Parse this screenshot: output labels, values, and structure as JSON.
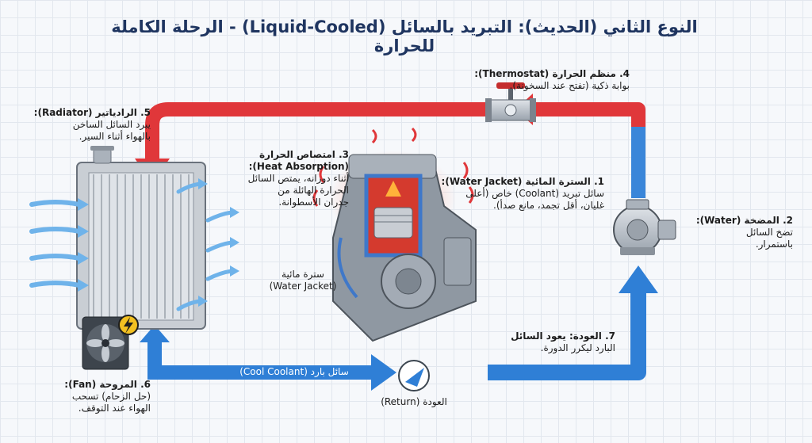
{
  "title": "النوع الثاني (الحديث): التبريد بالسائل (Liquid-Cooled) - الرحلة الكاملة للحرارة",
  "colors": {
    "hot": "#e0373a",
    "cool": "#2f7fd6",
    "title": "#1f3560"
  },
  "labels": {
    "thermostat": {
      "heading": "4. منظم الحرارة (Thermostat):",
      "lines": [
        "بوابة ذكية (تفتح عند السخونة)."
      ]
    },
    "radiator": {
      "heading": "5. الرادياتير (Radiator):",
      "lines": [
        "يبرد السائل الساخن",
        "بالهواء أثناء السير."
      ]
    },
    "heat_absorption": {
      "heading": "3. امتصاص الحرارة",
      "heading2": "(Heat Absorption):",
      "lines": [
        "أثناء دورانه، يمتص السائل",
        "الحرارة الهائلة من",
        "جدران الأسطوانة."
      ]
    },
    "water_jacket_info": {
      "heading": "1. السترة المائية (Water Jacket):",
      "lines": [
        "سائل تبريد (Coolant) خاص (أعلى",
        "غليان، أقل تجمد، مانع صدأ)."
      ]
    },
    "water_jacket_callout": {
      "lines": [
        "سترة مائية",
        "(Water Jacket)"
      ]
    },
    "pump": {
      "heading": "2. المضخة (Water):",
      "lines": [
        "تضخ السائل",
        "باستمرار."
      ]
    },
    "return_info": {
      "heading": "7. العودة: يعود السائل",
      "lines": [
        "البارد ليكرر الدورة."
      ]
    },
    "fan": {
      "heading": "6. المروحة (Fan):",
      "lines": [
        "(حل الزحام) تسحب",
        "الهواء عند التوقف."
      ]
    },
    "cool_coolant": "سائل بارد (Cool Coolant)",
    "return_node": "العودة (Return)"
  },
  "icons": [
    "thermostat-valve-icon",
    "radiator-icon",
    "engine-icon",
    "water-pump-icon",
    "fan-icon",
    "lightning-icon",
    "return-arrow-icon",
    "air-flow-arrows"
  ]
}
